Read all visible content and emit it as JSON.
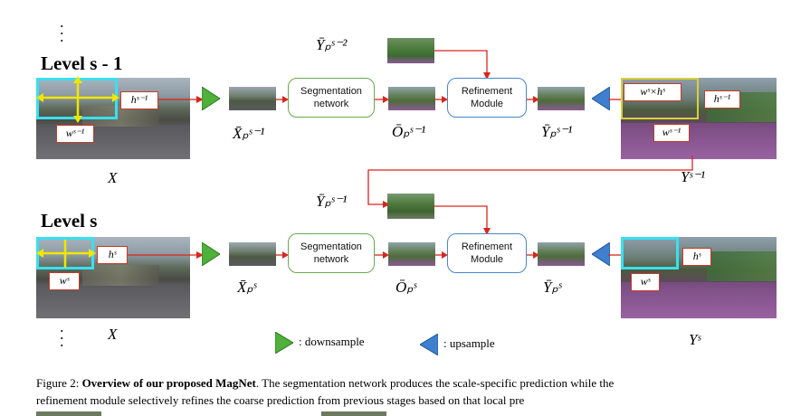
{
  "levels": {
    "upper": "Level s - 1",
    "lower": "Level s"
  },
  "modules": {
    "segmentation": [
      "Segmentation",
      "network"
    ],
    "refinement": [
      "Refinement",
      "Module"
    ]
  },
  "math_labels": {
    "x_upper": "X",
    "x_lower": "X",
    "xbar_upper": "X̄ₚˢ⁻¹",
    "xbar_lower": "X̄ₚˢ",
    "obar_upper": "Ōₚˢ⁻¹",
    "obar_lower": "Ōₚˢ",
    "ybar_top_input": "Ȳₚˢ⁻²",
    "ybar_upper_out": "Ȳₚˢ⁻¹",
    "ybar_mid_input": "Ȳₚˢ⁻¹",
    "ybar_lower_out": "Ȳₚˢ",
    "y_upper": "Yˢ⁻¹",
    "y_lower": "Yˢ",
    "h_upper": "hˢ⁻¹",
    "w_upper": "wˢ⁻¹",
    "h_lower": "hˢ",
    "w_lower": "wˢ",
    "wh_upper": "wˢ×hˢ",
    "h_right_upper": "hˢ⁻¹",
    "w_right_upper": "wˢ⁻¹",
    "h_right_lower": "hˢ",
    "w_right_lower": "wˢ"
  },
  "legend": {
    "downsample": ": downsample",
    "upsample": ": upsample"
  },
  "caption": {
    "prefix": "Figure 2: ",
    "bold": "Overview of our proposed MagNet",
    "text1": ". The segmentation network produces the scale-specific prediction while the",
    "text2": "refinement module selectively refines the coarse prediction from previous stages based on that local pre"
  },
  "colors": {
    "arrow_red": "#d9261c",
    "downsample_green": "#4fb03a",
    "upsample_blue": "#3f7fd0",
    "seg_border": "#6aa84f",
    "ref_border": "#4a86c8",
    "cyan_box": "#39e0f0"
  }
}
